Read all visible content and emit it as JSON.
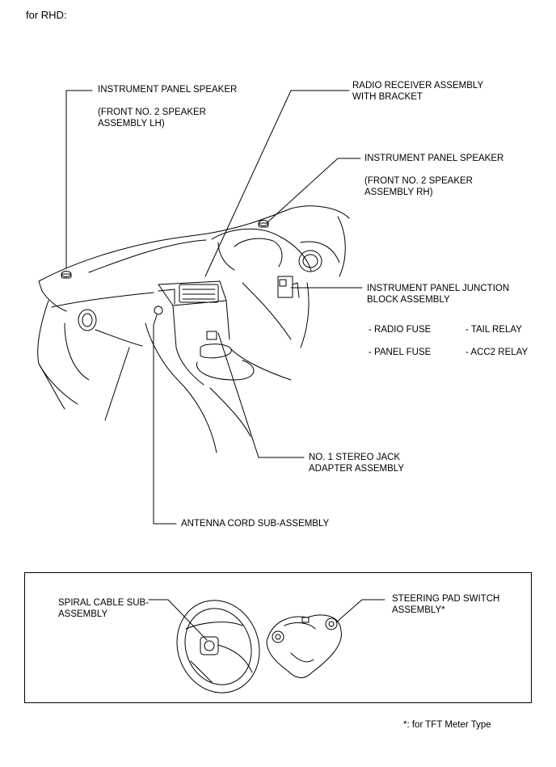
{
  "header": "for RHD:",
  "labels": {
    "ip_speaker_lh": "INSTRUMENT PANEL SPEAKER",
    "ip_speaker_lh_sub1": "(FRONT NO. 2 SPEAKER",
    "ip_speaker_lh_sub2": "ASSEMBLY LH)",
    "radio_receiver_1": "RADIO RECEIVER ASSEMBLY",
    "radio_receiver_2": "WITH BRACKET",
    "ip_speaker_rh": "INSTRUMENT PANEL SPEAKER",
    "ip_speaker_rh_sub1": "(FRONT NO. 2 SPEAKER",
    "ip_speaker_rh_sub2": "ASSEMBLY RH)",
    "junction_block_1": "INSTRUMENT PANEL JUNCTION",
    "junction_block_2": "BLOCK ASSEMBLY",
    "radio_fuse": "- RADIO FUSE",
    "tail_relay": "- TAIL RELAY",
    "panel_fuse": "- PANEL FUSE",
    "acc2_relay": "- ACC2 RELAY",
    "stereo_jack_1": "NO. 1 STEREO JACK",
    "stereo_jack_2": "ADAPTER ASSEMBLY",
    "antenna_cord": "ANTENNA CORD SUB-ASSEMBLY",
    "spiral_cable_1": "SPIRAL CABLE SUB-",
    "spiral_cable_2": "ASSEMBLY",
    "steering_pad_1": "STEERING PAD SWITCH",
    "steering_pad_2": "ASSEMBLY*"
  },
  "footnote": "*: for TFT Meter Type"
}
